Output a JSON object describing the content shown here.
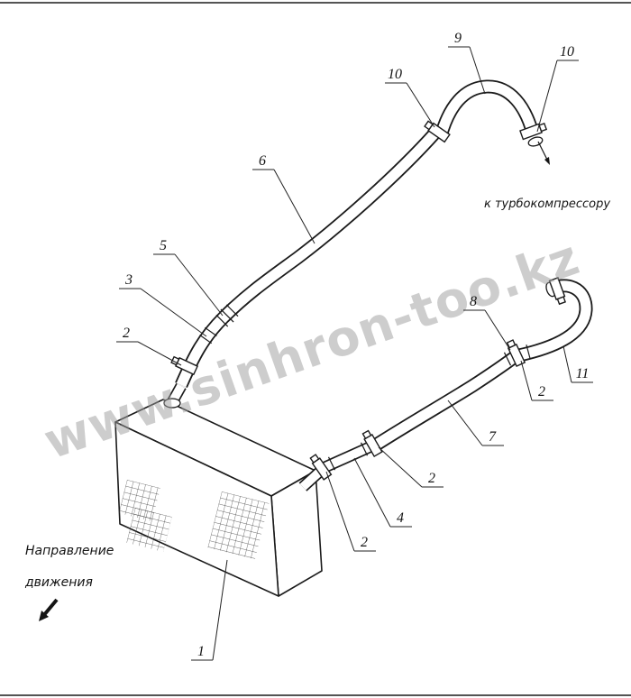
{
  "colors": {
    "line": "#1b1b1b",
    "watermark": "#9c9c9c",
    "background": "#ffffff"
  },
  "watermark": {
    "text": "www.sinhron-too.kz"
  },
  "annotations": {
    "to_turbo": "к турбокомпрессору",
    "direction_line1": "Направление",
    "direction_line2": "движения"
  },
  "callouts": [
    {
      "label": "9"
    },
    {
      "label": "10"
    },
    {
      "label": "10"
    },
    {
      "label": "6"
    },
    {
      "label": "5"
    },
    {
      "label": "3"
    },
    {
      "label": "2"
    },
    {
      "label": "8"
    },
    {
      "label": "2"
    },
    {
      "label": "11"
    },
    {
      "label": "7"
    },
    {
      "label": "2"
    },
    {
      "label": "4"
    },
    {
      "label": "2"
    },
    {
      "label": "1"
    }
  ]
}
